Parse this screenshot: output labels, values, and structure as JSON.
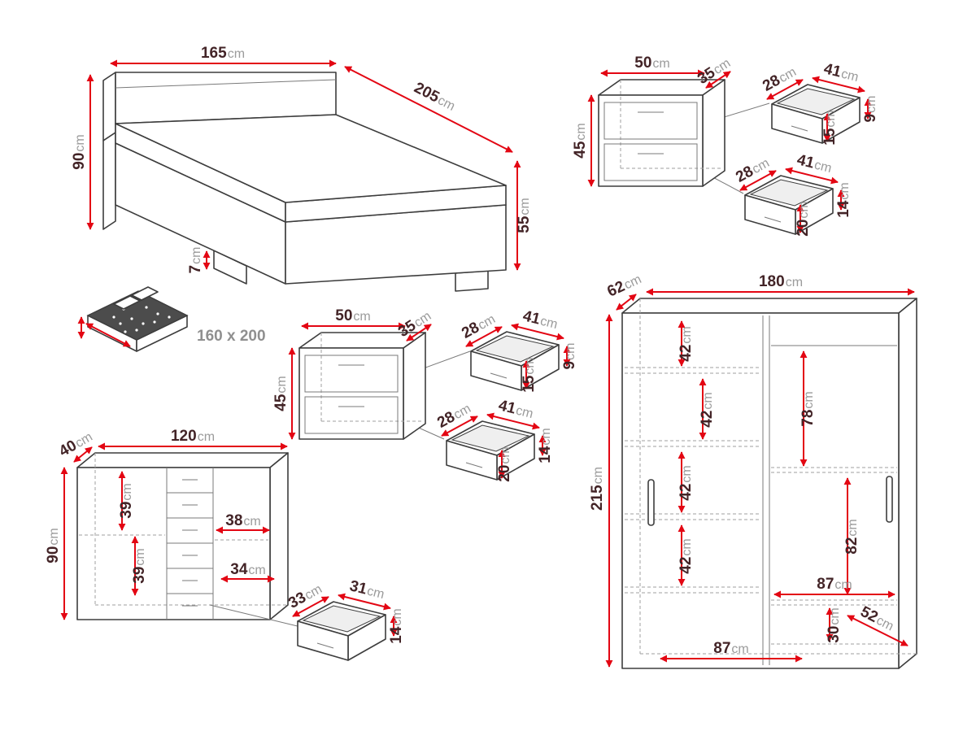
{
  "unit": "cm",
  "palette": {
    "accent_red": "#e30613",
    "outline": "#3d3d3d",
    "number_color": "#432427",
    "unit_color": "#9b9b9b"
  },
  "bed": {
    "width": "165",
    "length": "205",
    "headboard_height": "90",
    "footboard_height": "55",
    "leg_height": "7",
    "mattress_size": "160 x 200"
  },
  "nightstand_top": {
    "width": "50",
    "depth": "35",
    "height": "45",
    "upper_drawer": {
      "depth": "28",
      "width": "41",
      "front_height": "9",
      "back_height": "15"
    },
    "lower_drawer": {
      "depth": "28",
      "width": "41",
      "front_height": "14",
      "back_height": "20"
    }
  },
  "nightstand_middle": {
    "width": "50",
    "depth": "35",
    "height": "45",
    "upper_drawer": {
      "depth": "28",
      "width": "41",
      "front_height": "9",
      "back_height": "15"
    },
    "lower_drawer": {
      "depth": "28",
      "width": "41",
      "front_height": "14",
      "back_height": "20"
    }
  },
  "dresser": {
    "depth": "40",
    "width": "120",
    "height": "90",
    "upper_compartment_height": "39",
    "lower_compartment_height": "39",
    "upper_inner_width": "38",
    "lower_inner_width": "34",
    "drawer": {
      "depth": "33",
      "width": "31",
      "height": "14"
    }
  },
  "wardrobe": {
    "depth": "62",
    "width": "180",
    "height": "215",
    "shelf_gap_1": "42",
    "shelf_gap_2": "42",
    "shelf_gap_3": "42",
    "shelf_gap_4": "42",
    "upper_hanging_height": "78",
    "lower_hanging_height": "82",
    "inner_width_top": "87",
    "bottom_shelf_height": "30",
    "inner_depth": "52",
    "inner_width_bottom": "87"
  }
}
